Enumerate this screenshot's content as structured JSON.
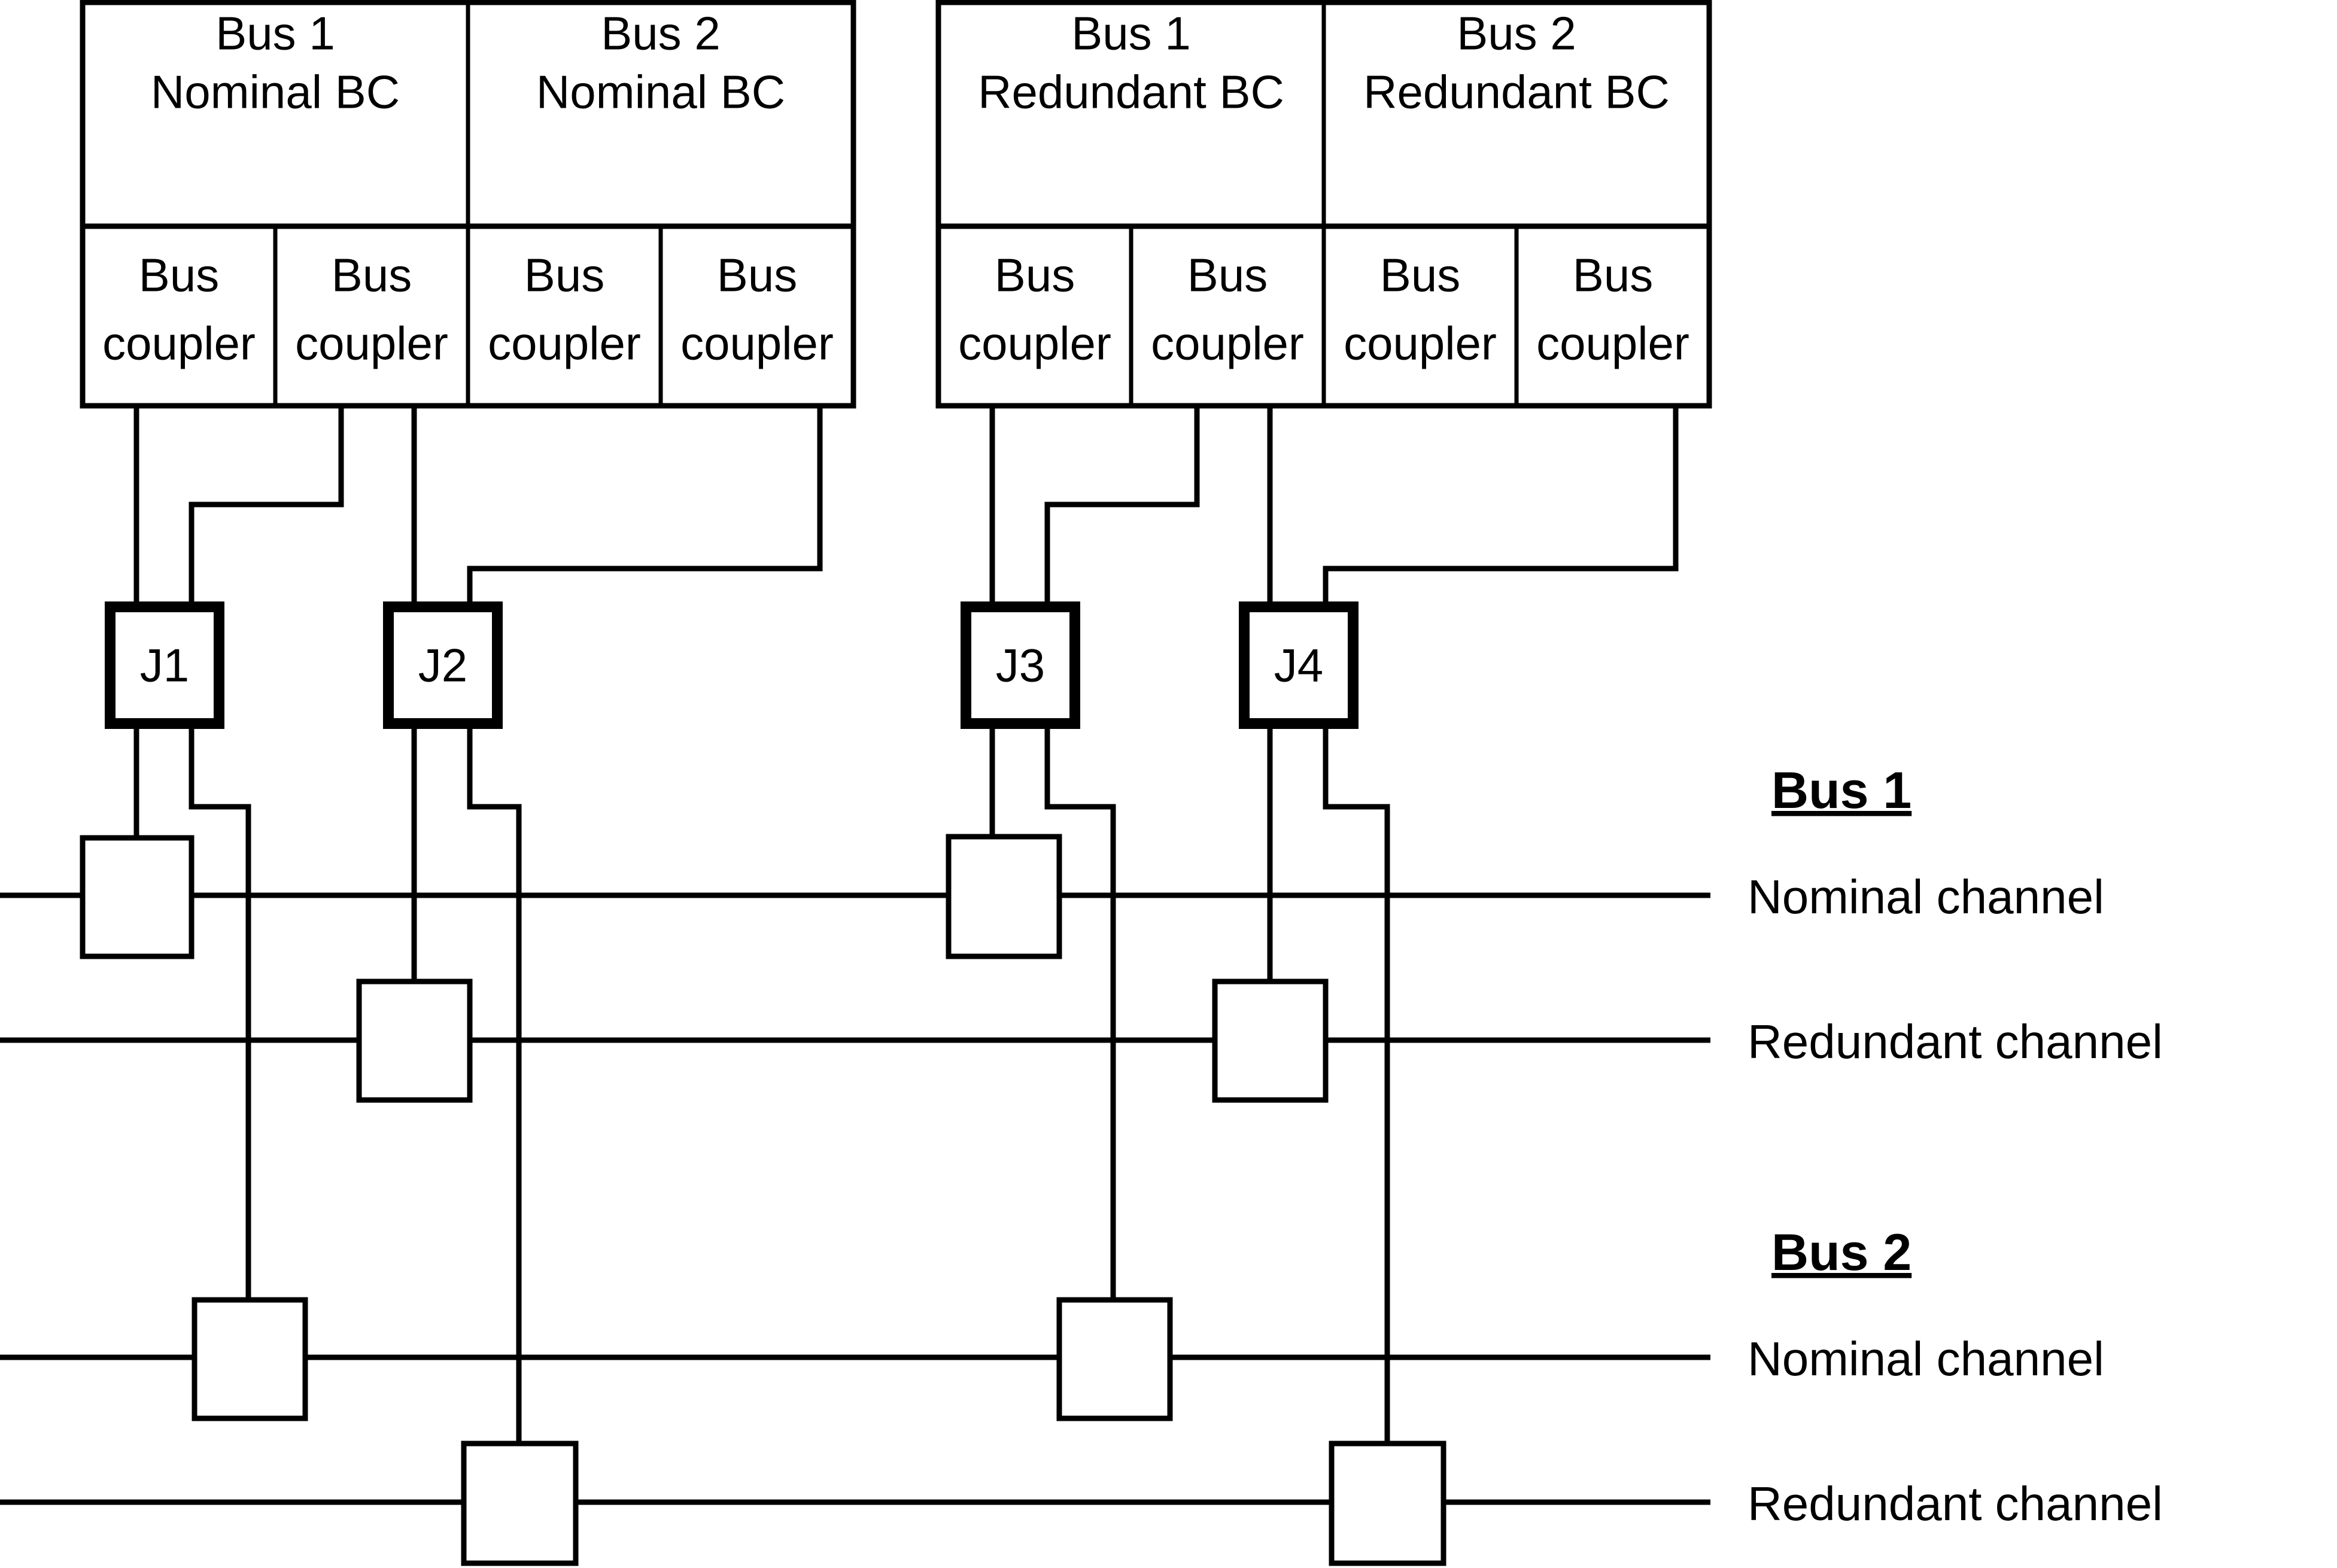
{
  "diagram": {
    "title_semantic": "bus-coupler-channel-wiring-diagram",
    "groups": [
      {
        "id": "nominal-group",
        "bc_cells": [
          {
            "line1": "Bus 1",
            "line2": "Nominal BC"
          },
          {
            "line1": "Bus 2",
            "line2": "Nominal BC"
          }
        ],
        "couplers": [
          {
            "line1": "Bus",
            "line2": "coupler"
          },
          {
            "line1": "Bus",
            "line2": "coupler"
          },
          {
            "line1": "Bus",
            "line2": "coupler"
          },
          {
            "line1": "Bus",
            "line2": "coupler"
          }
        ],
        "connectors": [
          {
            "label": "J1"
          },
          {
            "label": "J2"
          }
        ]
      },
      {
        "id": "redundant-group",
        "bc_cells": [
          {
            "line1": "Bus 1",
            "line2": "Redundant BC"
          },
          {
            "line1": "Bus 2",
            "line2": "Redundant BC"
          }
        ],
        "couplers": [
          {
            "line1": "Bus",
            "line2": "coupler"
          },
          {
            "line1": "Bus",
            "line2": "coupler"
          },
          {
            "line1": "Bus",
            "line2": "coupler"
          },
          {
            "line1": "Bus",
            "line2": "coupler"
          }
        ],
        "connectors": [
          {
            "label": "J3"
          },
          {
            "label": "J4"
          }
        ]
      }
    ],
    "bus_sections": [
      {
        "id": "bus-1",
        "title": "Bus 1",
        "channels": [
          {
            "id": "bus1-nominal",
            "label": "Nominal channel"
          },
          {
            "id": "bus1-redundant",
            "label": "Redundant channel"
          }
        ]
      },
      {
        "id": "bus-2",
        "title": "Bus 2",
        "channels": [
          {
            "id": "bus2-nominal",
            "label": "Nominal channel"
          },
          {
            "id": "bus2-redundant",
            "label": "Redundant channel"
          }
        ]
      }
    ],
    "colors": {
      "stroke": "#000000",
      "background": "#ffffff"
    }
  }
}
